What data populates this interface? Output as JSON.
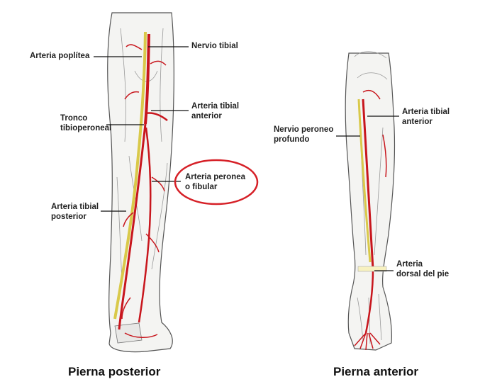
{
  "colors": {
    "artery": "#c8161d",
    "nerve": "#d9c94a",
    "highlight_ring": "#d62027",
    "outline": "#555555",
    "leader": "#111111"
  },
  "posterior": {
    "caption": "Pierna posterior",
    "labels": {
      "nervio_tibial": "Nervio tibial",
      "arteria_poplitea": "Arteria poplítea",
      "arteria_tibial_anterior_1": "Arteria tibial",
      "arteria_tibial_anterior_2": "anterior",
      "tronco_1": "Tronco",
      "tronco_2": "tibioperoneal",
      "peronea_1": "Arteria peronea",
      "peronea_2": "o fibular",
      "tibial_posterior_1": "Arteria tibial",
      "tibial_posterior_2": "posterior"
    }
  },
  "anterior": {
    "caption": "Pierna anterior",
    "labels": {
      "tibial_anterior_1": "Arteria tibial",
      "tibial_anterior_2": "anterior",
      "nervio_peroneo_1": "Nervio peroneo",
      "nervio_peroneo_2": "profundo",
      "dorsal_pie_1": "Arteria",
      "dorsal_pie_2": "dorsal del pie"
    }
  }
}
